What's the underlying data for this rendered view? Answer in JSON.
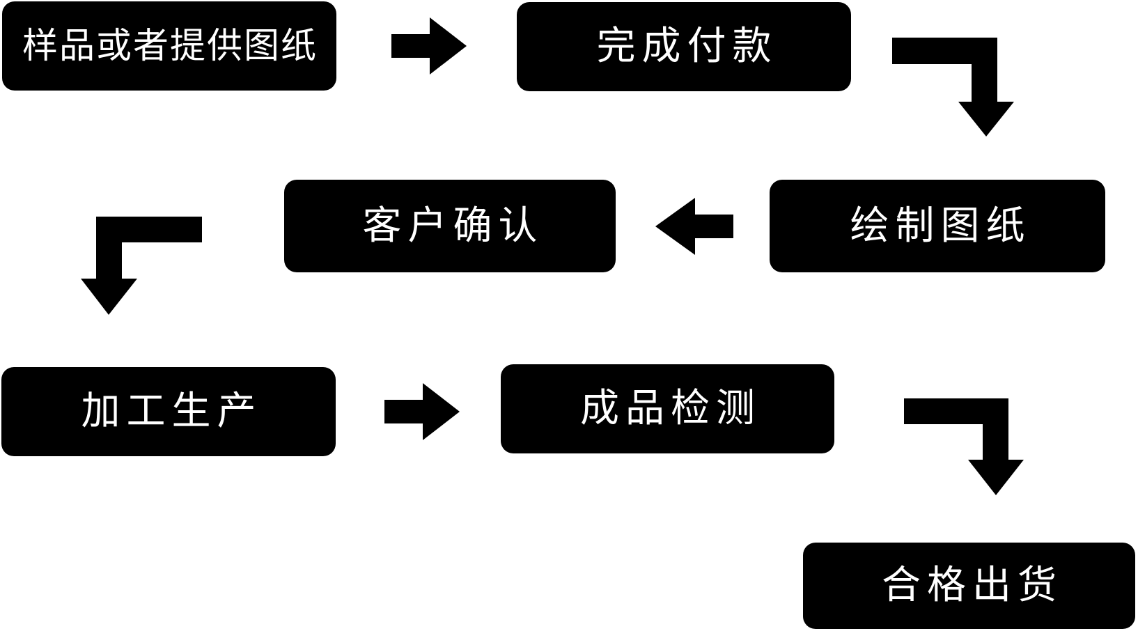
{
  "diagram": {
    "background_color": "#ffffff",
    "node_style": {
      "fill": "#000000",
      "text_color": "#ffffff"
    },
    "arrow_color": "#000000",
    "nodes": [
      {
        "id": 1,
        "label": "样品或者提供图纸",
        "row": 1,
        "col": "left"
      },
      {
        "id": 2,
        "label": "完成付款",
        "row": 1,
        "col": "center-right"
      },
      {
        "id": 3,
        "label": "绘制图纸",
        "row": 2,
        "col": "right"
      },
      {
        "id": 4,
        "label": "客户确认",
        "row": 2,
        "col": "center-left"
      },
      {
        "id": 5,
        "label": "加工生产",
        "row": 3,
        "col": "left"
      },
      {
        "id": 6,
        "label": "成品检测",
        "row": 3,
        "col": "center"
      },
      {
        "id": 7,
        "label": "合格出货",
        "row": 4,
        "col": "right"
      }
    ],
    "edges": [
      {
        "from": 1,
        "to": 2,
        "shape": "straight-right-arrow"
      },
      {
        "from": 2,
        "to": 3,
        "shape": "elbow-right-then-down-arrow"
      },
      {
        "from": 3,
        "to": 4,
        "shape": "straight-left-arrow"
      },
      {
        "from": 4,
        "to": 5,
        "shape": "elbow-left-then-down-arrow"
      },
      {
        "from": 5,
        "to": 6,
        "shape": "straight-right-arrow"
      },
      {
        "from": 6,
        "to": 7,
        "shape": "elbow-right-then-down-arrow"
      }
    ]
  }
}
